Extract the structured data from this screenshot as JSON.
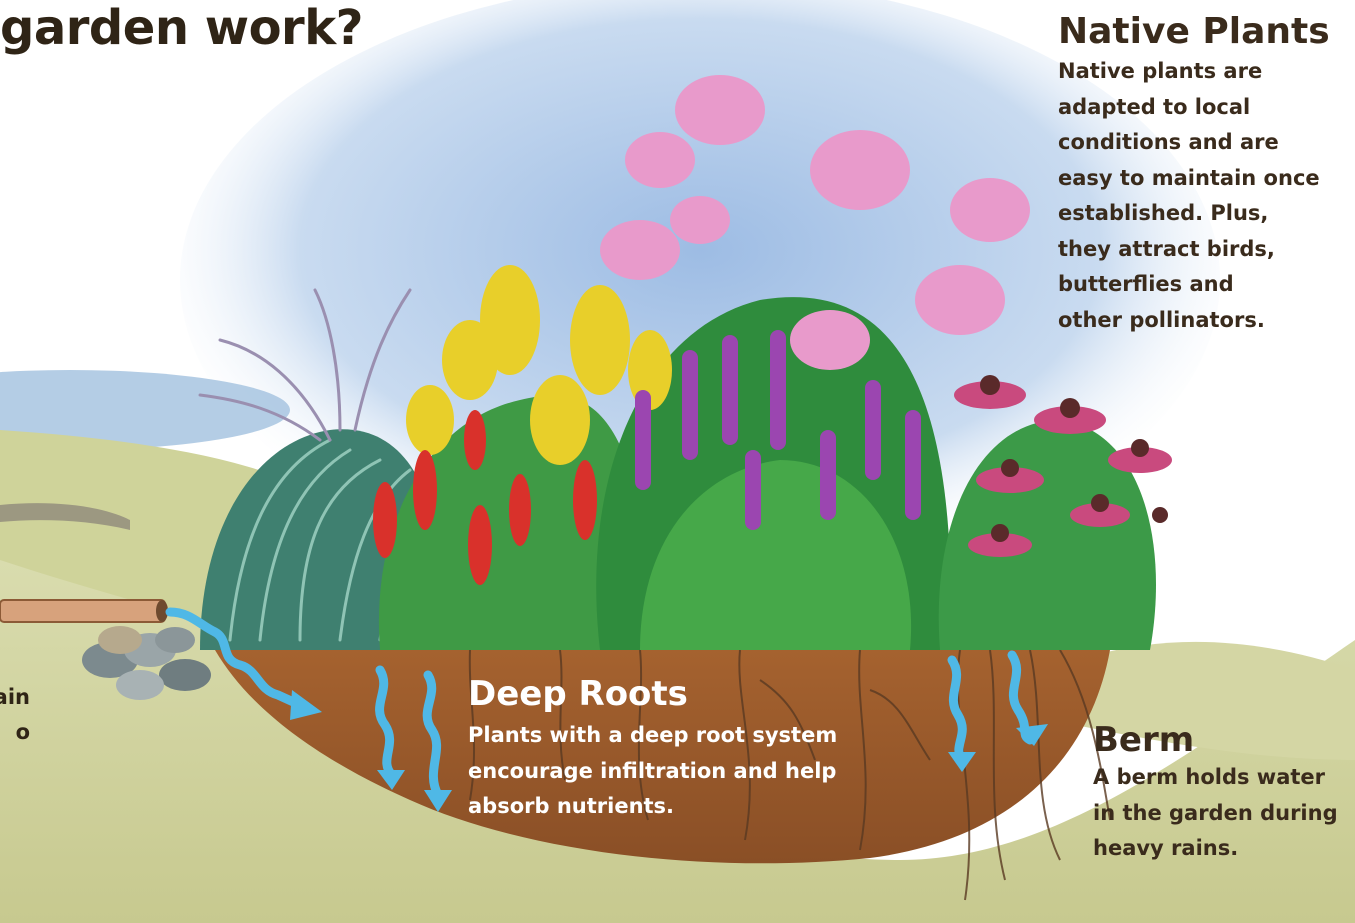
{
  "title": "garden work?",
  "sections": {
    "native_plants": {
      "heading": "Native Plants",
      "body": "Native plants are\nadapted to local\nconditions and are\neasy to maintain once\nestablished.  Plus,\nthey attract birds,\nbutterflies and\nother pollinators."
    },
    "deep_roots": {
      "heading": "Deep Roots",
      "body": "Plants with a deep root system\nencourage infiltration and help\nabsorb nutrients."
    },
    "berm": {
      "heading": "Berm",
      "body": "A berm holds water\nin the garden during\nheavy rains."
    },
    "left_fragment": {
      "body": "ain\no"
    }
  },
  "colors": {
    "heading_text": "#3a2b1c",
    "body_text": "#ffffff",
    "dark_text": "#2f2416",
    "soil": "#9c5b2e",
    "water": "#4fb8e6",
    "sky": "#a9c7e8",
    "grass": "#c5c98a"
  }
}
